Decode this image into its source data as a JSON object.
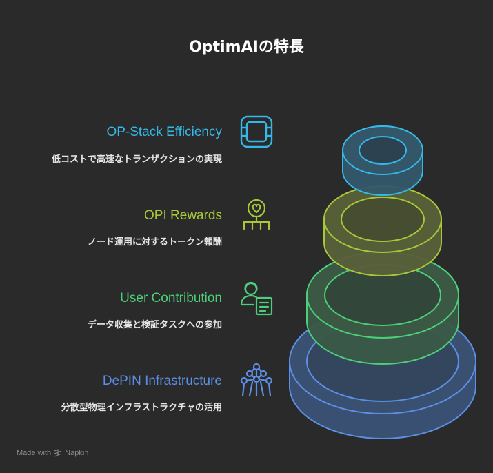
{
  "title": "OptimAIの特長",
  "features": [
    {
      "title": "OP-Stack Efficiency",
      "desc": "低コストで高速なトランザクションの実現",
      "color": "#35b8e8",
      "icon": "circuit-chip-icon"
    },
    {
      "title": "OPI Rewards",
      "desc": "ノード運用に対するトークン報酬",
      "color": "#a8c83a",
      "icon": "heart-network-icon"
    },
    {
      "title": "User Contribution",
      "desc": "データ収集と検証タスクへの参加",
      "color": "#4ccf7a",
      "icon": "user-document-icon"
    },
    {
      "title": "DePIN Infrastructure",
      "desc": "分散型物理インフラストラクチャの活用",
      "color": "#5c8fe6",
      "icon": "molecule-network-icon"
    }
  ],
  "footer": {
    "made_with": "Made with",
    "brand": "Napkin"
  }
}
